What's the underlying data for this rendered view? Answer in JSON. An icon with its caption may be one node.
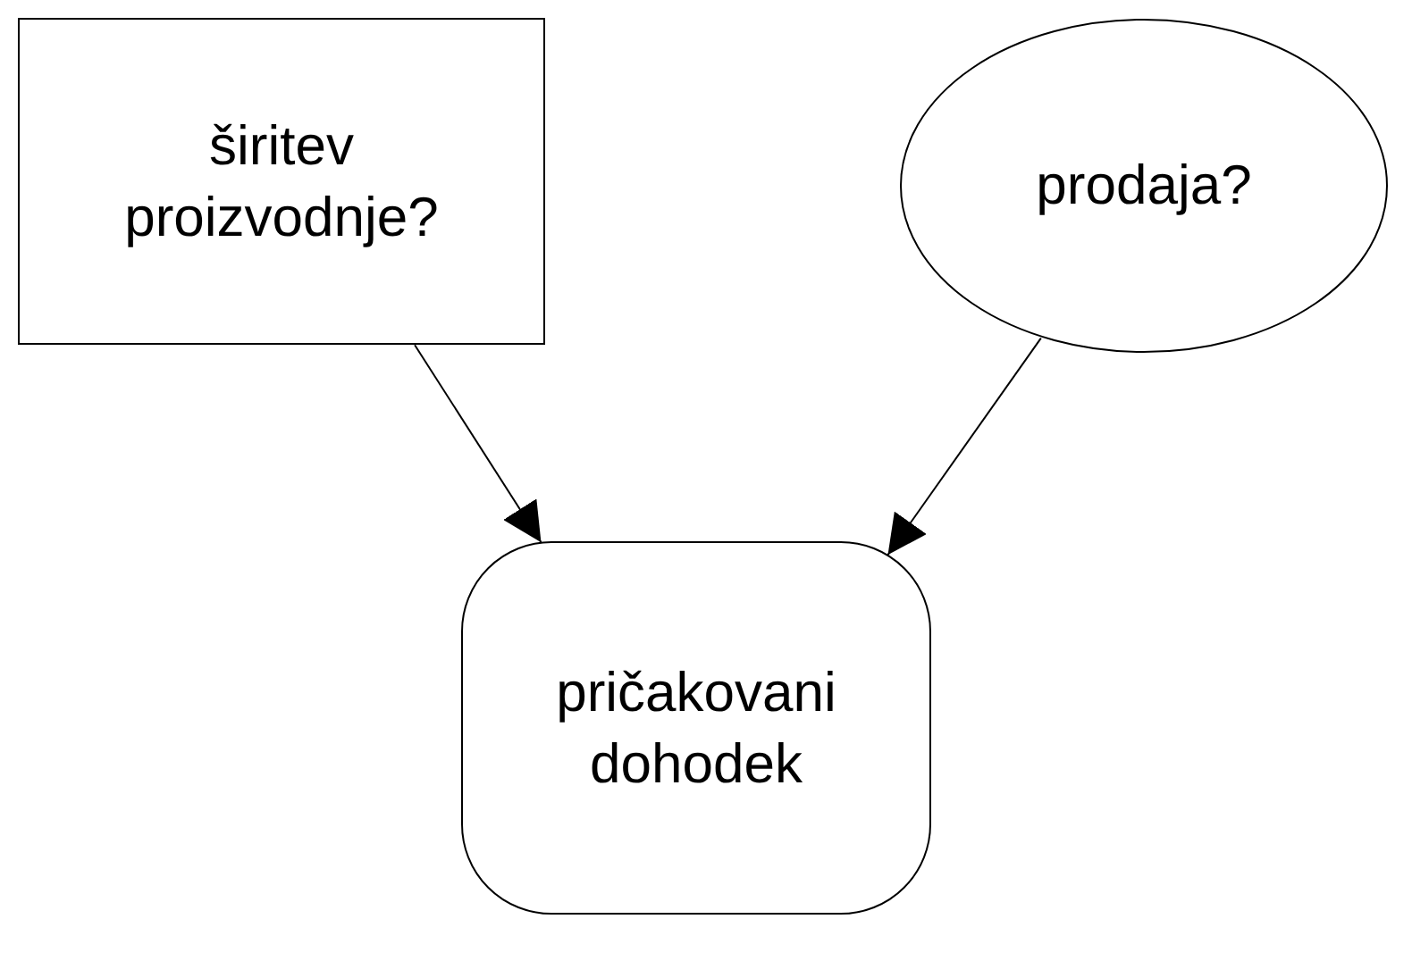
{
  "diagram": {
    "nodes": [
      {
        "text": [
          "širitev proizvodnje?"
        ]
      },
      {
        "text": [
          "prodaja?"
        ]
      },
      {
        "text": [
          "pričakovani dohodek"
        ]
      }
    ],
    "edges": [
      {
        "from": 0,
        "to": 2,
        "arrow": "to"
      },
      {
        "from": 1,
        "to": 2,
        "arrow": "to"
      }
    ]
  }
}
